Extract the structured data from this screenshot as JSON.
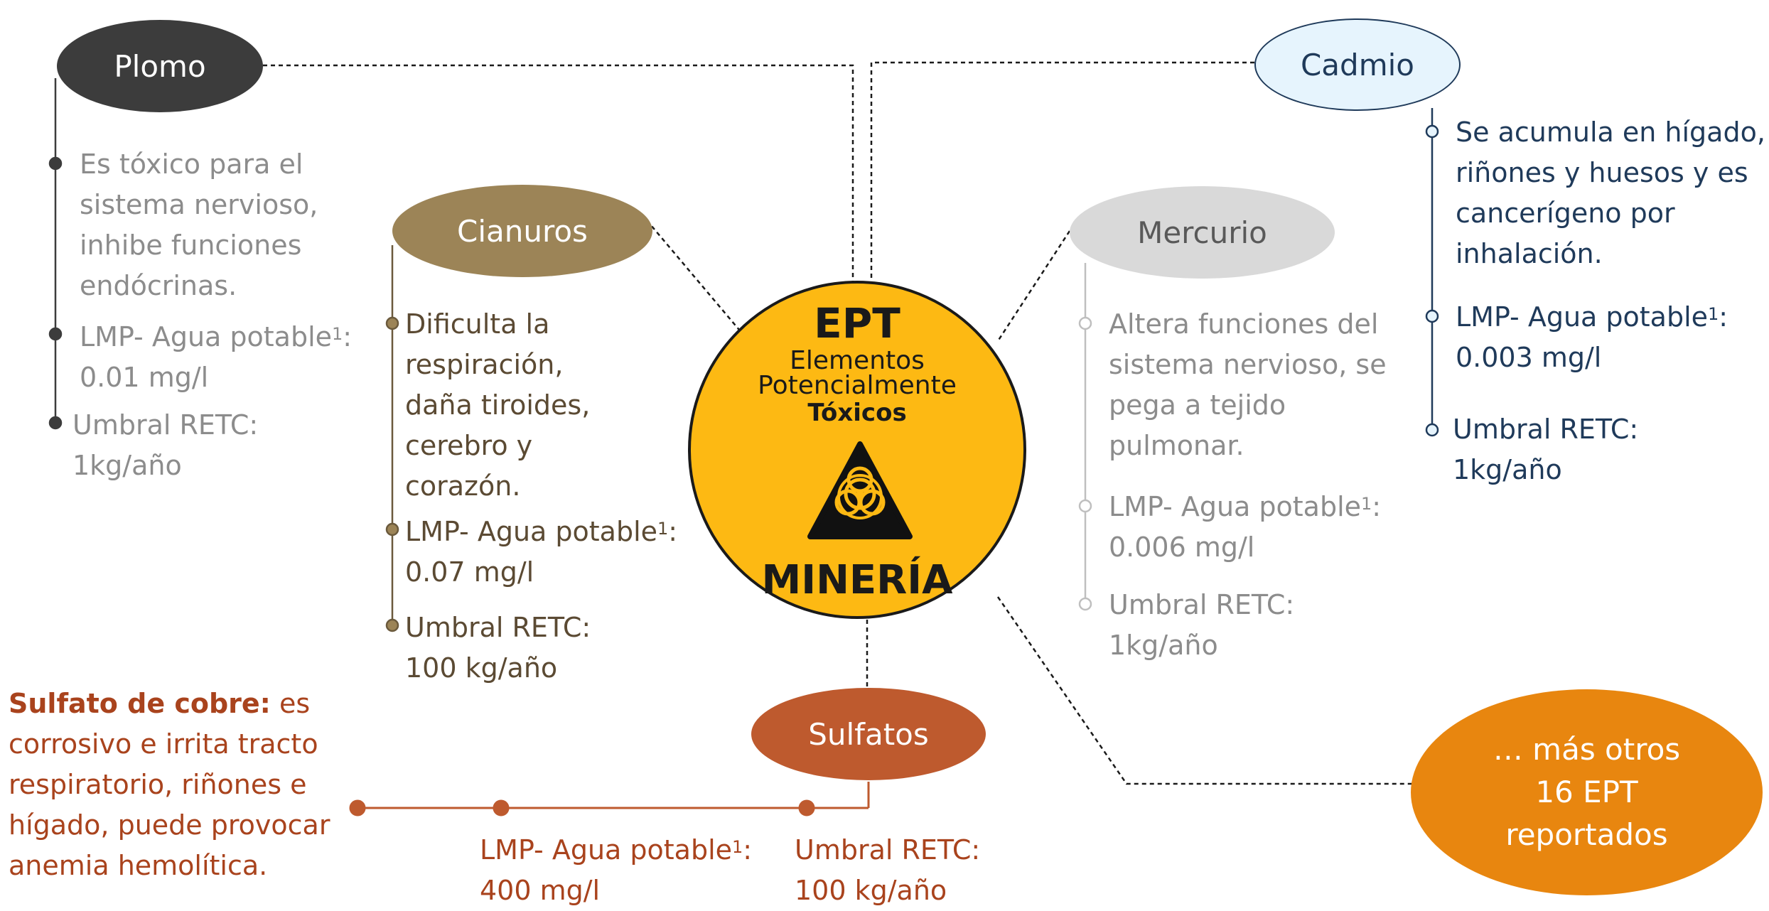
{
  "center": {
    "title": "EPT",
    "subtitle_line1": "Elementos",
    "subtitle_line2": "Potencialmente",
    "subtitle_line3": "Tóxicos",
    "footer": "MINERÍA",
    "icon": "biohazard-icon",
    "fill_color": "#FDB913"
  },
  "plomo": {
    "label": "Plomo",
    "color": "#3C3C3C",
    "desc": [
      "Es tóxico para el",
      "sistema nervioso,",
      "inhibe funciones",
      "endócrinas."
    ],
    "lmp_label": "LMP- Agua potable",
    "lmp_sup": "1",
    "lmp_suffix": ":",
    "lmp_value": "0.01 mg/l",
    "umbral_label": "Umbral RETC:",
    "umbral_value": "1kg/año"
  },
  "cianuros": {
    "label": "Cianuros",
    "color": "#9C8457",
    "desc": [
      "Dificulta la",
      "respiración,",
      "daña tiroides,",
      "cerebro y",
      "corazón."
    ],
    "lmp_label": "LMP- Agua potable",
    "lmp_sup": "1",
    "lmp_suffix": ":",
    "lmp_value": "0.07 mg/l",
    "umbral_label": "Umbral RETC:",
    "umbral_value": "100 kg/año"
  },
  "mercurio": {
    "label": "Mercurio",
    "color": "#D9D9D9",
    "desc": [
      "Altera funciones del",
      "sistema nervioso, se",
      "pega a tejido",
      "pulmonar."
    ],
    "lmp_label": "LMP- Agua potable",
    "lmp_sup": "1",
    "lmp_suffix": ":",
    "lmp_value": "0.006 mg/l",
    "umbral_label": "Umbral RETC:",
    "umbral_value": "1kg/año"
  },
  "cadmio": {
    "label": "Cadmio",
    "color": "#E6F4FD",
    "desc": [
      "Se acumula en hígado,",
      "riñones y huesos y es",
      "cancerígeno por",
      "inhalación."
    ],
    "lmp_label": "LMP- Agua potable",
    "lmp_sup": "1",
    "lmp_suffix": ":",
    "lmp_value": "0.003 mg/l",
    "umbral_label": "Umbral RETC:",
    "umbral_value": "1kg/año"
  },
  "sulfatos": {
    "label": "Sulfatos",
    "color": "#BE5A2E",
    "cobre_bold": "Sulfato de cobre:",
    "cobre_rest": " es",
    "cobre_lines": [
      "corrosivo e irrita tracto",
      "respiratorio, riñones e",
      "hígado, puede provocar",
      "anemia hemolítica."
    ],
    "lmp_label": "LMP- Agua potable",
    "lmp_sup": "1",
    "lmp_suffix": ":",
    "lmp_value": "400 mg/l",
    "umbral_label": "Umbral RETC:",
    "umbral_value": "100 kg/año"
  },
  "otros": {
    "line1": "… más otros",
    "line2": "16 EPT",
    "line3": "reportados",
    "color": "#E8860F"
  }
}
